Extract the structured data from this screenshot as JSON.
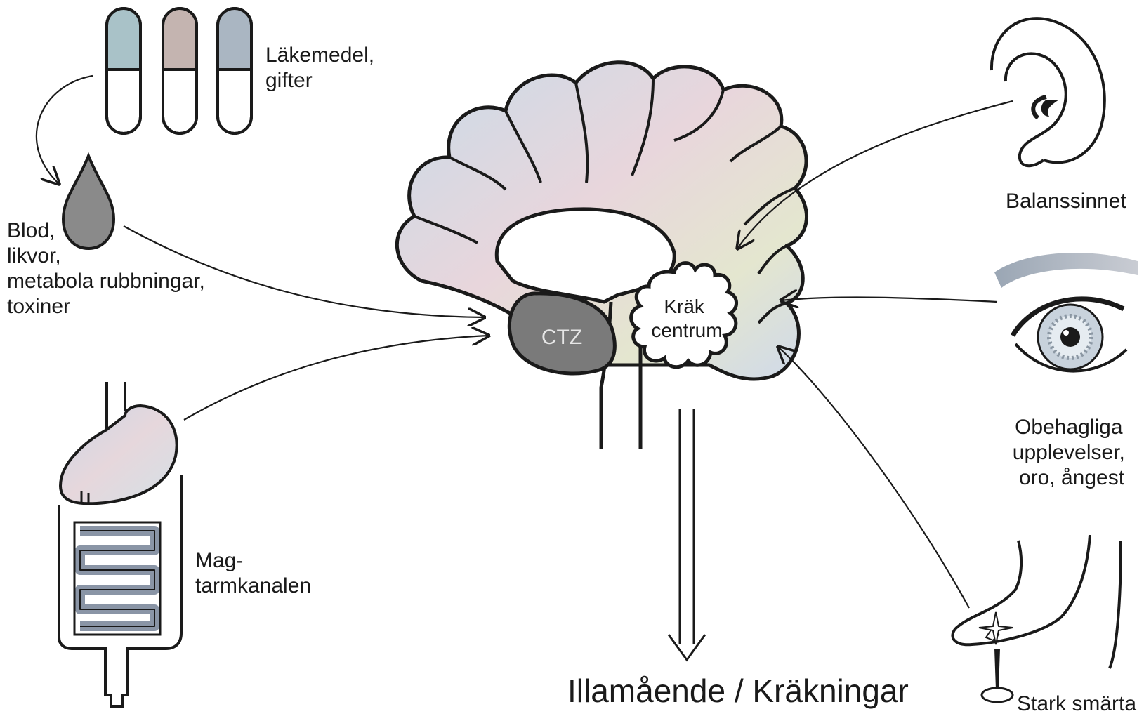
{
  "labels": {
    "drugs": [
      "Läkemedel,",
      "gifter"
    ],
    "blood": [
      "Blod,",
      "likvor,",
      "metabola rubbningar,",
      "toxiner"
    ],
    "gi": [
      "Mag-",
      "tarmkanalen"
    ],
    "ctz": "CTZ",
    "vomit_center": [
      "Kräk",
      "centrum"
    ],
    "outcome": "Illamående / Kräkningar",
    "balance": "Balanssinnet",
    "unpleasant": [
      "Obehagliga",
      "upplevelser,",
      "oro, ångest"
    ],
    "pain": "Stark smärta"
  },
  "colors": {
    "ink": "#1a1a1a",
    "ctz_fill": "#7a7a7a",
    "capsule_top_1": "#a9c2c8",
    "capsule_top_2": "#c4b4b0",
    "capsule_top_3": "#aab6c2",
    "drop_fill": "#8a8a8a",
    "brain_tint_a": "#c9dbe8",
    "brain_tint_b": "#e8d6dc",
    "brain_tint_c": "#e4e6cf"
  },
  "icons": [
    "capsule-icon",
    "drop-icon",
    "stomach-intestine-icon",
    "brain-icon",
    "ear-icon",
    "eye-icon",
    "foot-icon",
    "pin-icon"
  ]
}
